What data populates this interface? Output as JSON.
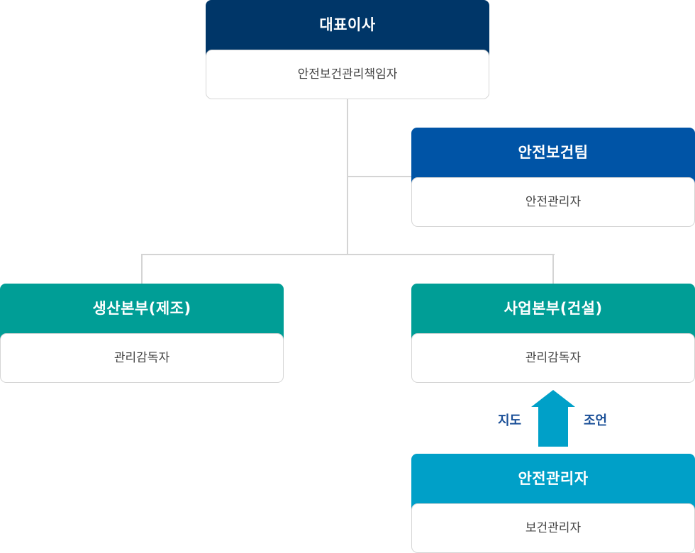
{
  "colors": {
    "ceo": "#003668",
    "safety_team": "#0054a6",
    "division": "#009e96",
    "safety_manager": "#00a0c8",
    "connector": "#d4d4d4",
    "arrow": "#00a0c8",
    "arrow_label": "#1a4f97"
  },
  "nodes": {
    "ceo": {
      "title": "대표이사",
      "subtitle": "안전보건관리책임자"
    },
    "safety_team": {
      "title": "안전보건팀",
      "subtitle": "안전관리자"
    },
    "production": {
      "title": "생산본부(제조)",
      "subtitle": "관리감독자"
    },
    "business": {
      "title": "사업본부(건설)",
      "subtitle": "관리감독자"
    },
    "safety_manager": {
      "title": "안전관리자",
      "subtitle": "보건관리자"
    }
  },
  "arrow": {
    "icon": "up-arrow-icon",
    "left_label": "지도",
    "right_label": "조언"
  }
}
